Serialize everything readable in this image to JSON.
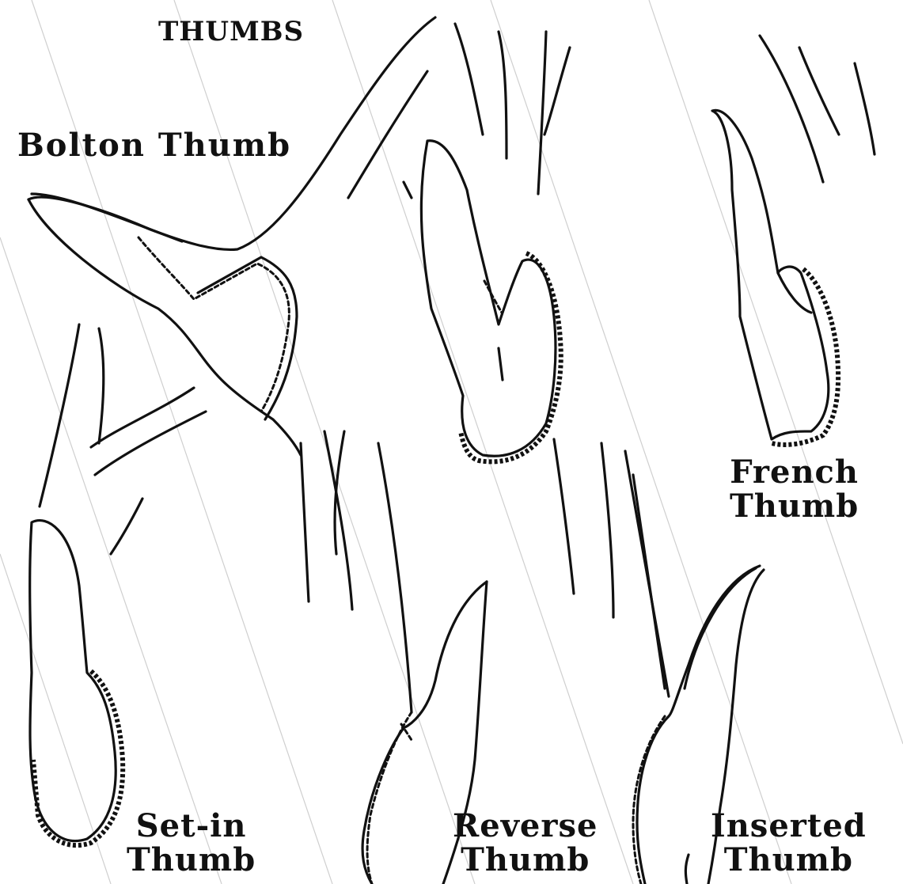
{
  "title": "THUMBS",
  "labels": {
    "bolton": "Bolton Thumb",
    "french": [
      "French",
      "Thumb"
    ],
    "setin": [
      "Set-in",
      "Thumb"
    ],
    "reverse": [
      "Reverse",
      "Thumb"
    ],
    "inserted": [
      "Inserted",
      "Thumb"
    ]
  },
  "colors": {
    "ink": "#111111",
    "background": "#ffffff",
    "watermark": "#cfcfcf"
  }
}
